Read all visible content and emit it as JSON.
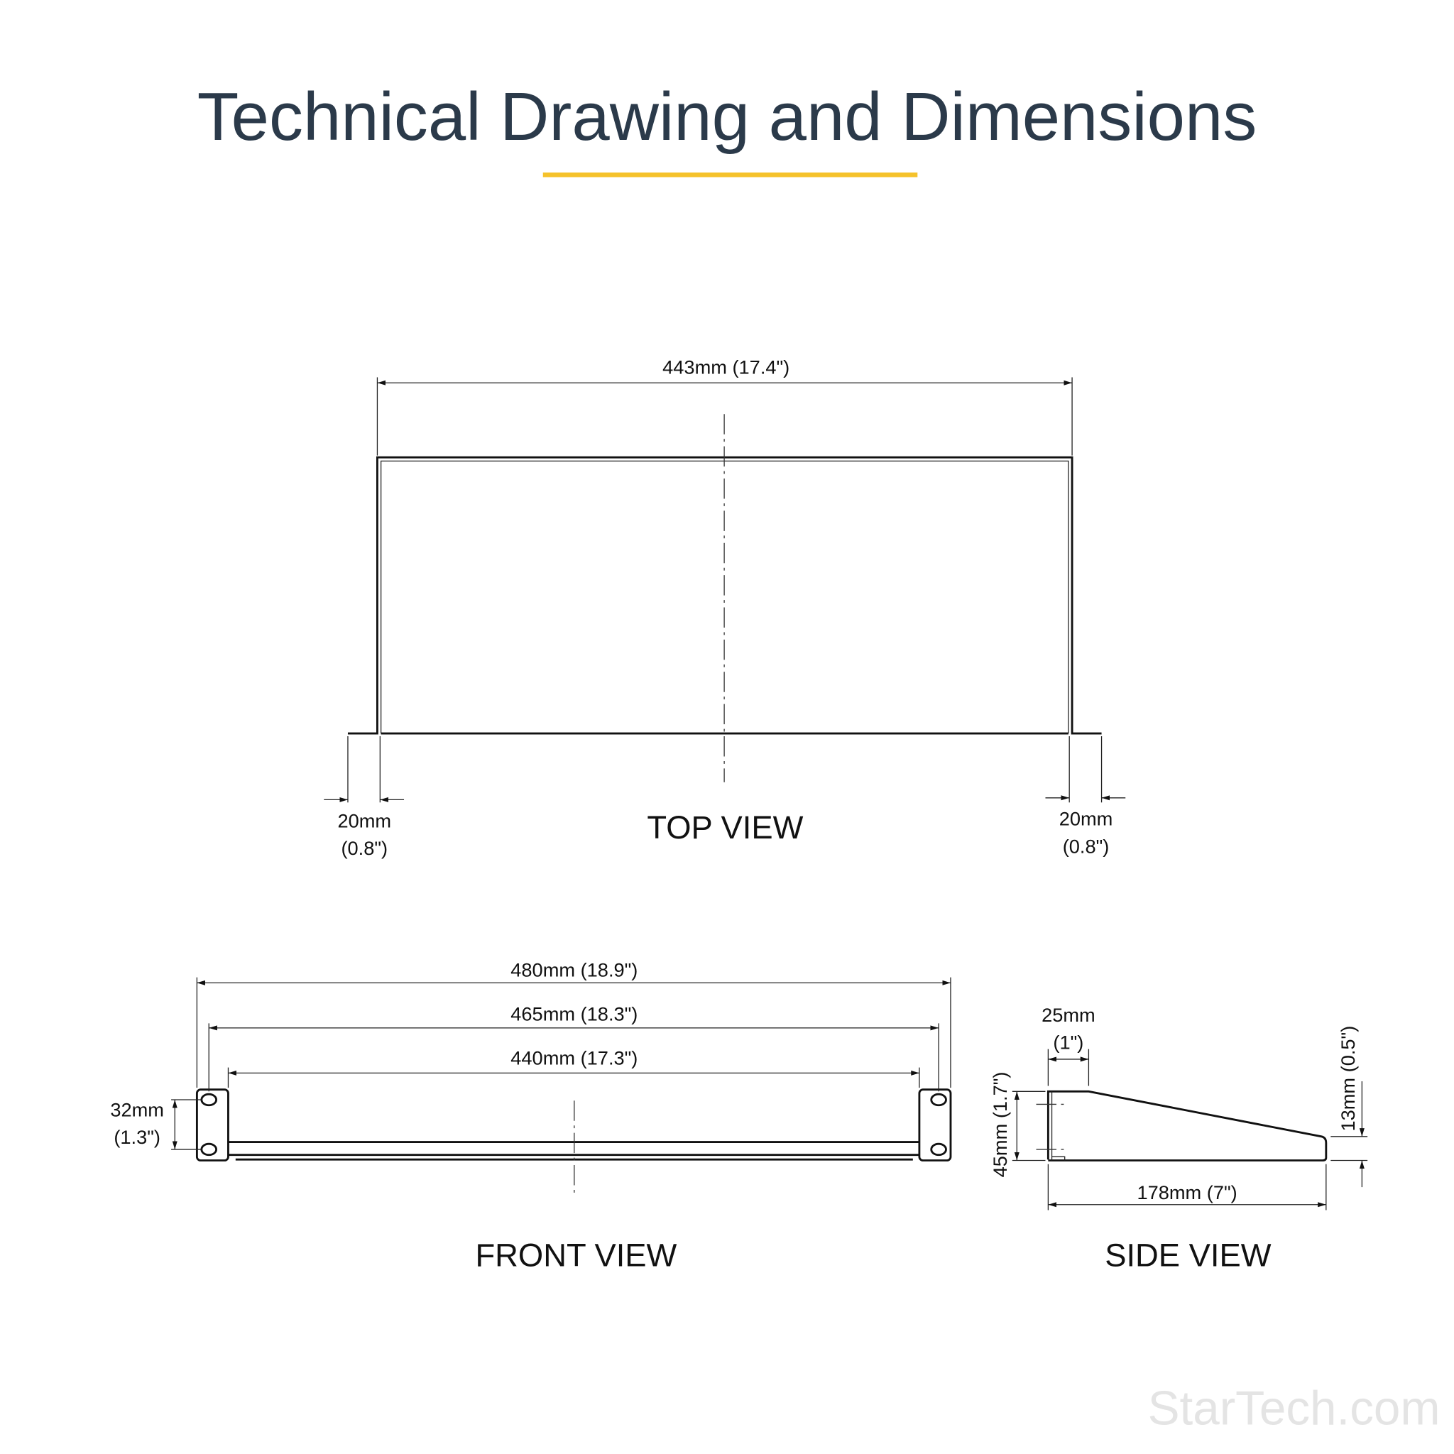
{
  "title": "Technical Drawing and Dimensions",
  "colors": {
    "title": "#2b3a4a",
    "accent": "#f5c22b",
    "watermark": "#e4e4e4"
  },
  "top_view": {
    "label": "TOP VIEW",
    "width": "443mm (17.4\")",
    "left_flange": {
      "mm": "20mm",
      "in": "(0.8\")"
    },
    "right_flange": {
      "mm": "20mm",
      "in": "(0.8\")"
    }
  },
  "front_view": {
    "label": "FRONT VIEW",
    "overall": "480mm (18.9\")",
    "hole_spacing": "465mm (18.3\")",
    "inner": "440mm (17.3\")",
    "height": {
      "mm": "32mm",
      "in": "(1.3\")"
    }
  },
  "side_view": {
    "label": "SIDE VIEW",
    "lip": {
      "mm": "25mm",
      "in": "(1\")"
    },
    "height": "45mm (1.7\")",
    "end_height": "13mm (0.5\")",
    "depth": "178mm (7\")"
  },
  "watermark": "StarTech.com"
}
